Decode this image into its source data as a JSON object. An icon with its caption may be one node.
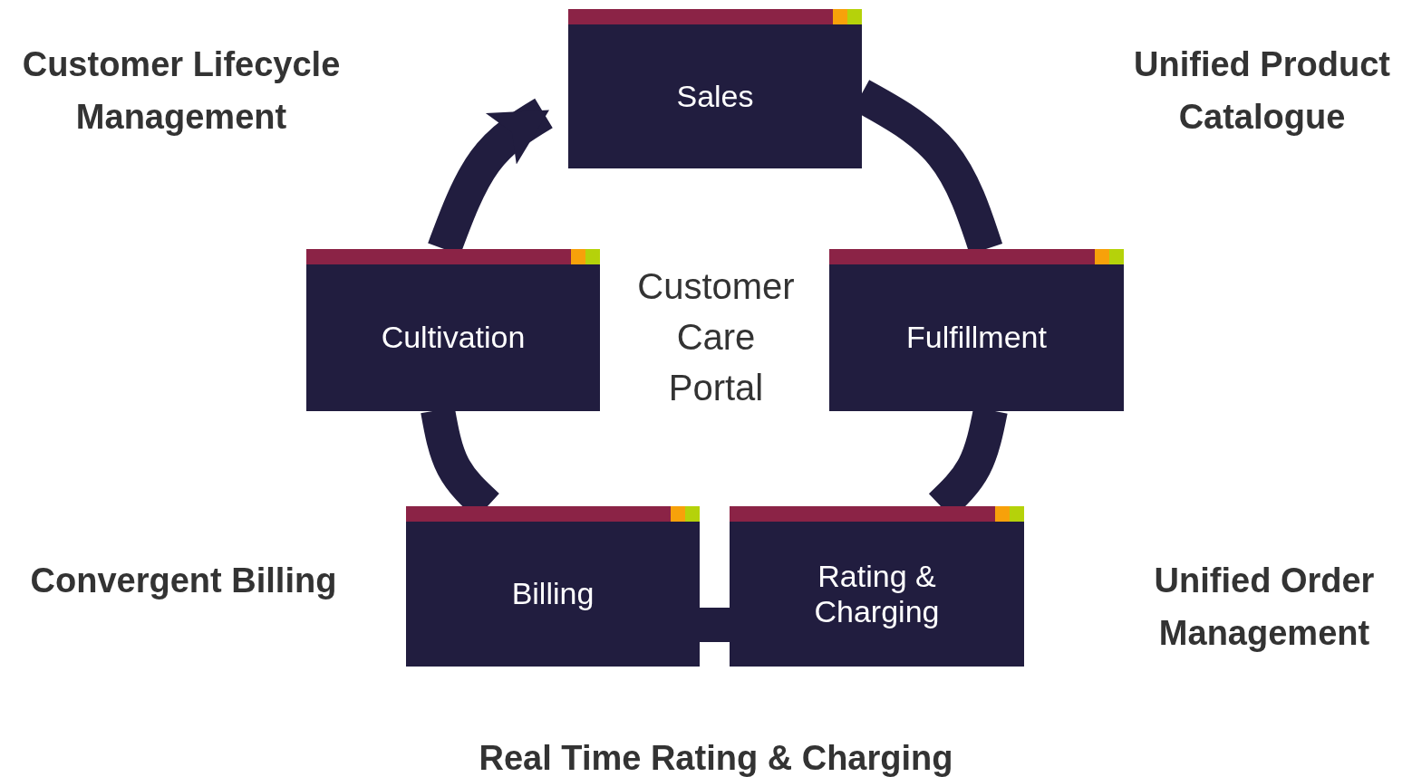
{
  "diagram": {
    "nodes": [
      {
        "text": [
          "Sales"
        ]
      },
      {
        "text": [
          "Cultivation"
        ]
      },
      {
        "text": [
          "Fulfillment"
        ]
      },
      {
        "text": [
          "Billing"
        ]
      },
      {
        "text": [
          "Rating & Charging"
        ]
      }
    ],
    "edges": [
      {
        "from": 0,
        "to": 2,
        "arrow": "none"
      },
      {
        "from": 2,
        "to": 4,
        "arrow": "none"
      },
      {
        "from": 4,
        "to": 3,
        "arrow": "none"
      },
      {
        "from": 3,
        "to": 1,
        "arrow": "none"
      },
      {
        "from": 1,
        "to": 0,
        "arrow": "to"
      }
    ],
    "labels": [
      "Customer Lifecycle Management",
      "Unified Product Catalogue",
      "Customer Care Portal",
      "Convergent Billing",
      "Unified Order Management",
      "Real Time Rating & Charging"
    ]
  }
}
